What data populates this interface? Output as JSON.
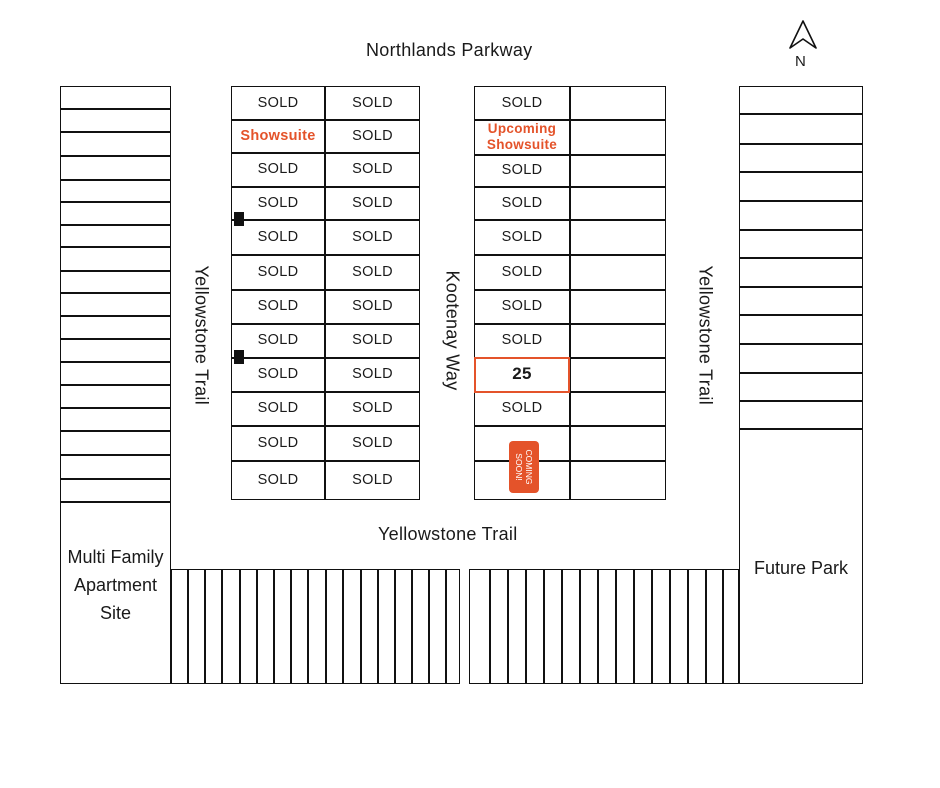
{
  "streets": {
    "north": "Northlands Parkway",
    "west_vertical": "Yellowstone Trail",
    "middle_vertical": "Kootenay Way",
    "east_vertical": "Yellowstone Trail",
    "south": "Yellowstone Trail"
  },
  "compass": {
    "label": "N"
  },
  "areas": {
    "multi_family": "Multi Family Apartment Site",
    "future_park": "Future Park"
  },
  "west_block": {
    "left_column": [
      "SOLD",
      "Showsuite",
      "SOLD",
      "SOLD",
      "SOLD",
      "SOLD",
      "SOLD",
      "SOLD",
      "SOLD",
      "SOLD",
      "SOLD",
      "SOLD"
    ],
    "right_column": [
      "SOLD",
      "SOLD",
      "SOLD",
      "SOLD",
      "SOLD",
      "SOLD",
      "SOLD",
      "SOLD",
      "SOLD",
      "SOLD",
      "SOLD",
      "SOLD"
    ]
  },
  "east_block": {
    "left_column": [
      "SOLD",
      "Upcoming Showsuite",
      "SOLD",
      "SOLD",
      "SOLD",
      "SOLD",
      "SOLD",
      "SOLD",
      "25",
      "SOLD",
      "",
      ""
    ],
    "badge": "COMING SOON!"
  },
  "colors": {
    "accent": "#e4532a",
    "line": "#111111"
  }
}
